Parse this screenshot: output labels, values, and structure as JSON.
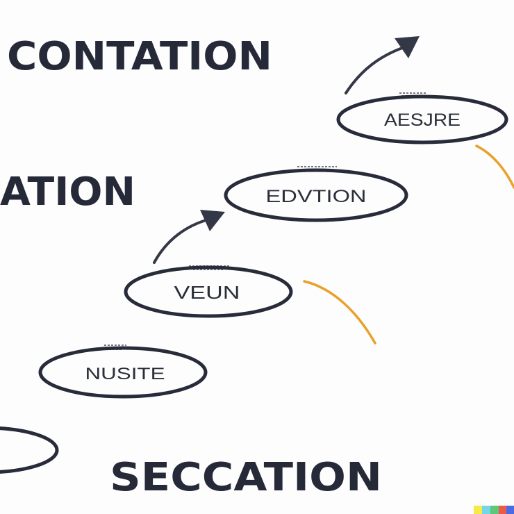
{
  "headings": {
    "top": "CONTATION",
    "middle": "ATION",
    "bottom": "SECCATION"
  },
  "nodes": [
    {
      "label": "AESJRE"
    },
    {
      "label": "EDVTION"
    },
    {
      "label": "VEUN"
    },
    {
      "label": "NUSITE"
    },
    {
      "label": ""
    }
  ],
  "colors": {
    "ink": "#272b3a",
    "accent_orange": "#e8a12b",
    "background": "#fdfdfd",
    "watermark": [
      "#f6e94a",
      "#75d6e6",
      "#5fc77a",
      "#ee5a4a",
      "#4a6ce2"
    ]
  },
  "icons": {
    "arrow": "curved-arrow-icon",
    "watermark": "color-stripe-watermark"
  }
}
